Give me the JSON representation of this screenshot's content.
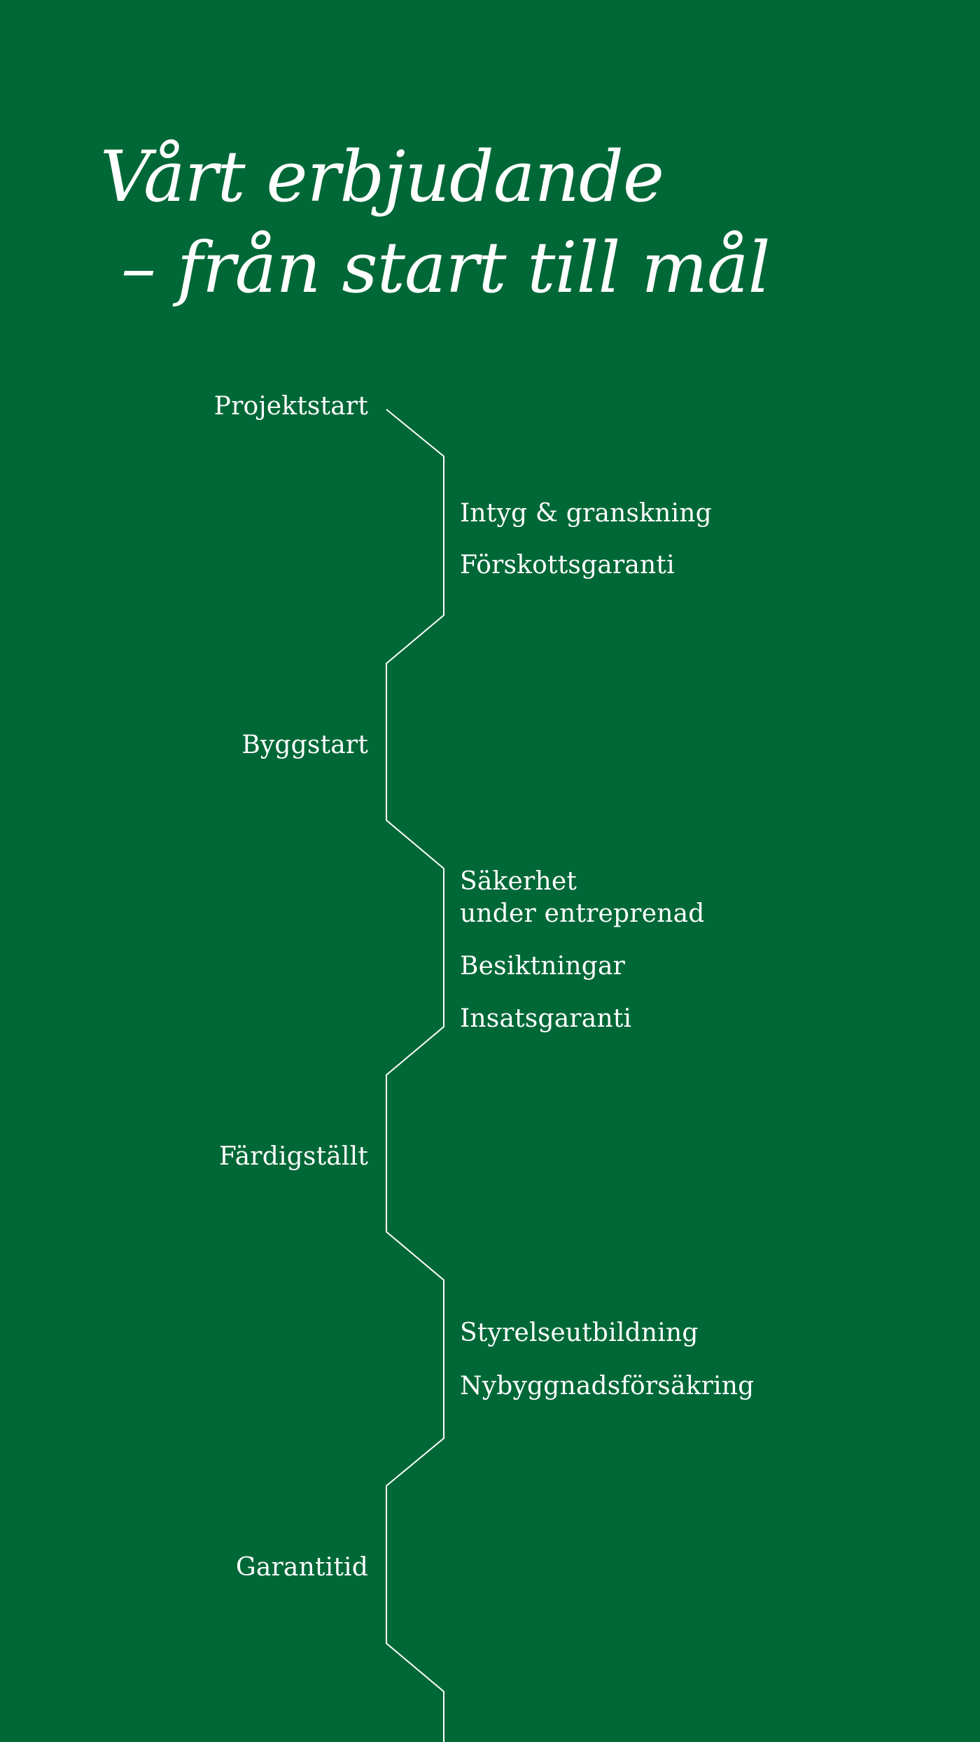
{
  "title": {
    "line1": "Vårt erbjudande",
    "line2": "– från start till mål"
  },
  "colors": {
    "background": "#006837",
    "text": "#ffffff",
    "line": "#ffffff"
  },
  "timeline": {
    "stages": [
      {
        "label": "Projektstart"
      },
      {
        "label": "Byggstart"
      },
      {
        "label": "Färdigställt"
      },
      {
        "label": "Garantitid"
      }
    ],
    "services": [
      {
        "label": "Intyg & granskning"
      },
      {
        "label": "Förskottsgaranti"
      },
      {
        "label": "Säkerhet"
      },
      {
        "label": "under entreprenad"
      },
      {
        "label": "Besiktningar"
      },
      {
        "label": "Insatsgaranti"
      },
      {
        "label": "Styrelseutbildning"
      },
      {
        "label": "Nybyggnadsförsäkring"
      }
    ]
  }
}
